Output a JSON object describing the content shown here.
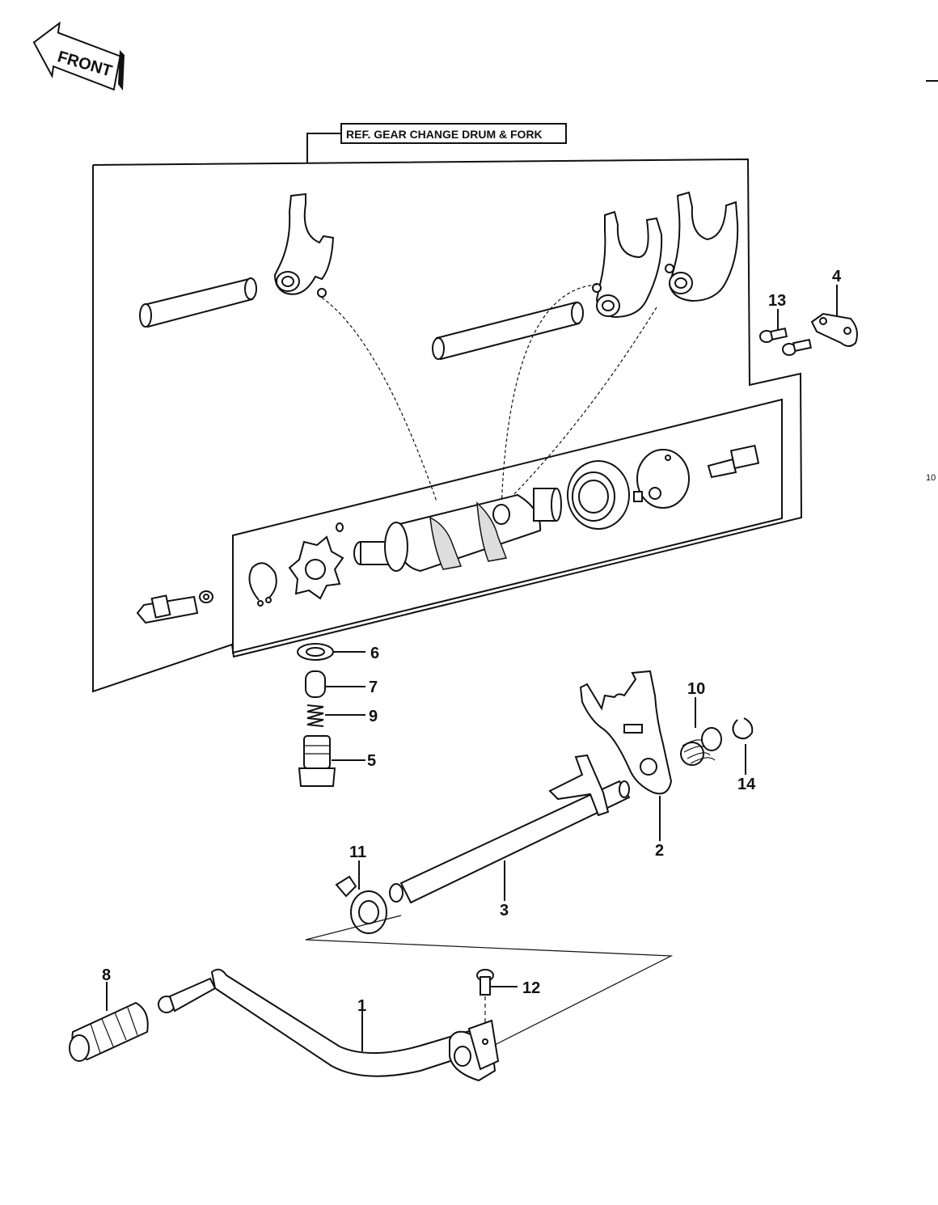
{
  "front_badge": {
    "text": "FRONT"
  },
  "ref_box": {
    "text": "REF. GEAR CHANGE DRUM & FORK"
  },
  "page_mark": "10",
  "callouts": [
    {
      "id": "c1",
      "text": "1"
    },
    {
      "id": "c2",
      "text": "2"
    },
    {
      "id": "c3",
      "text": "3"
    },
    {
      "id": "c4",
      "text": "4"
    },
    {
      "id": "c5",
      "text": "5"
    },
    {
      "id": "c6",
      "text": "6"
    },
    {
      "id": "c7",
      "text": "7"
    },
    {
      "id": "c8",
      "text": "8"
    },
    {
      "id": "c9",
      "text": "9"
    },
    {
      "id": "c10",
      "text": "10"
    },
    {
      "id": "c11",
      "text": "11"
    },
    {
      "id": "c12",
      "text": "12"
    },
    {
      "id": "c13",
      "text": "13"
    },
    {
      "id": "c14",
      "text": "14"
    }
  ]
}
